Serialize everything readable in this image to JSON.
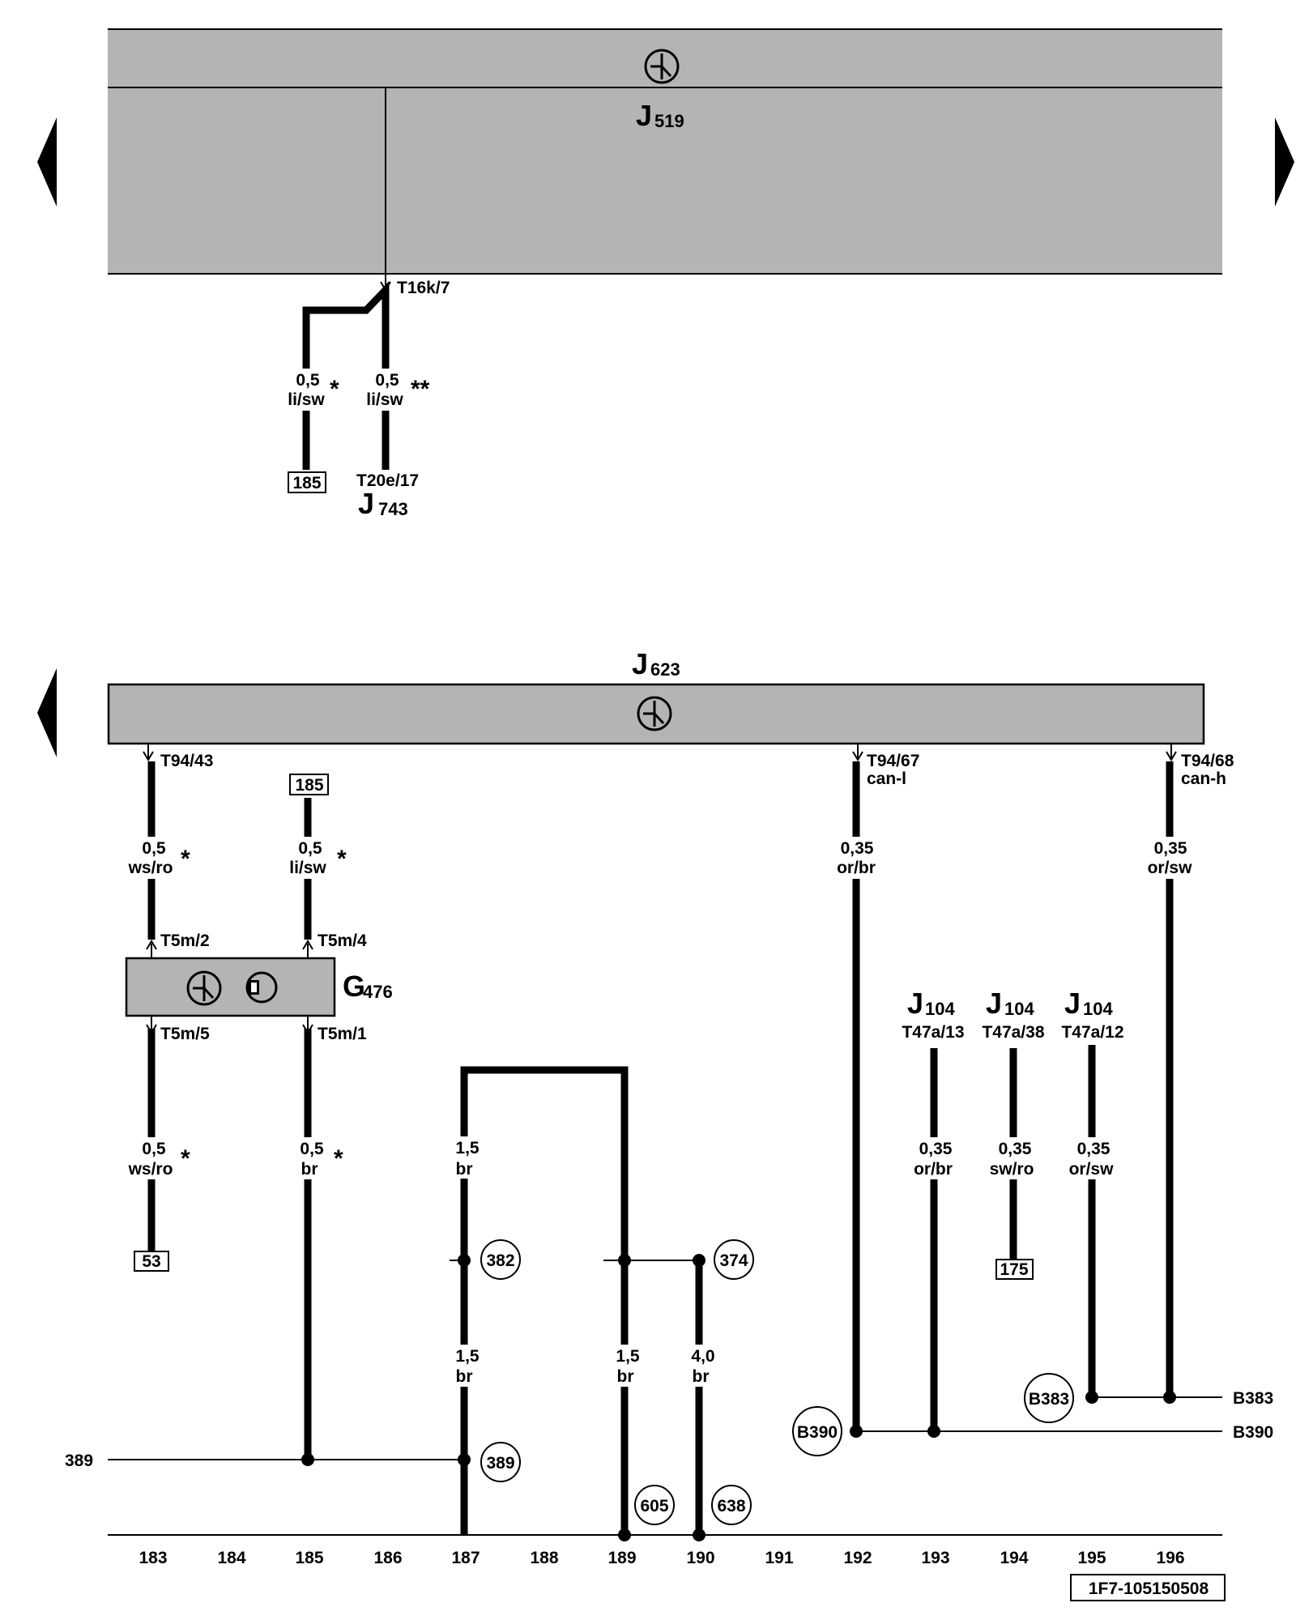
{
  "top_module": {
    "letter": "J",
    "sub": "519",
    "pin": "T16k/7"
  },
  "top_wires": [
    {
      "size": "0,5",
      "color": "li/sw",
      "mark": "*",
      "ref": "185"
    },
    {
      "size": "0,5",
      "color": "li/sw",
      "mark": "**",
      "pin": "T20e/17",
      "dest_letter": "J",
      "dest_sub": "743"
    }
  ],
  "module_j623": {
    "letter": "J",
    "sub": "623",
    "pins": [
      {
        "pin": "T94/43"
      },
      {
        "pin": "T94/67",
        "signal": "can-l"
      },
      {
        "pin": "T94/68",
        "signal": "can-h"
      }
    ]
  },
  "sensor_g476": {
    "letter": "G",
    "sub": "476",
    "pins": [
      "T5m/2",
      "T5m/4",
      "T5m/5",
      "T5m/1"
    ]
  },
  "wires": [
    {
      "size": "0,5",
      "color": "ws/ro",
      "mark": "*"
    },
    {
      "size": "0,5",
      "color": "li/sw",
      "mark": "*",
      "ref": "185"
    },
    {
      "size": "0,35",
      "color": "or/br"
    },
    {
      "size": "0,35",
      "color": "or/sw"
    },
    {
      "size": "0,5",
      "color": "ws/ro",
      "mark": "*",
      "ref": "53"
    },
    {
      "size": "0,5",
      "color": "br",
      "mark": "*"
    },
    {
      "size": "1,5",
      "color": "br"
    },
    {
      "size": "1,5",
      "color": "br"
    },
    {
      "size": "1,5",
      "color": "br"
    },
    {
      "size": "4,0",
      "color": "br"
    },
    {
      "size": "0,35",
      "color": "or/br"
    },
    {
      "size": "0,35",
      "color": "sw/ro",
      "ref": "175"
    },
    {
      "size": "0,35",
      "color": "or/sw"
    }
  ],
  "j104": {
    "letter": "J",
    "sub": "104",
    "pins": [
      "T47a/13",
      "T47a/38",
      "T47a/12"
    ]
  },
  "ground_points": [
    "382",
    "374",
    "389",
    "605",
    "638"
  ],
  "connection_points": [
    "B390",
    "B383"
  ],
  "bus_labels": [
    "B383",
    "B390"
  ],
  "left_ref": "389",
  "grid_numbers": [
    "183",
    "184",
    "185",
    "186",
    "187",
    "188",
    "189",
    "190",
    "191",
    "192",
    "193",
    "194",
    "195",
    "196"
  ],
  "doc_id": "1F7-105150508"
}
